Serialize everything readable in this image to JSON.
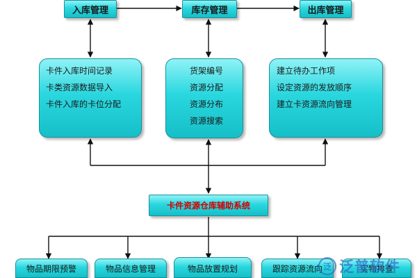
{
  "top_boxes": {
    "inbound": "入库管理",
    "inventory": "库存管理",
    "outbound": "出库管理"
  },
  "mid_boxes": {
    "inbound_items": [
      "卡件入库时间记录",
      "卡类资源数据导入",
      "卡件入库的卡位分配"
    ],
    "inventory_items": [
      "货架编号",
      "资源分配",
      "资源分布",
      "资源搜索"
    ],
    "outbound_items": [
      "建立待办工作项",
      "设定资源的发放顺序",
      "建立卡资源流向管理"
    ]
  },
  "center_system": "卡件资源仓库辅助系统",
  "bottom_boxes": [
    "物品期限预警",
    "物品信息管理",
    "物品放置规划",
    "跟踪资源流向",
    "实物排查"
  ],
  "watermark": {
    "logo_glyph": "泛",
    "text": "泛普软件"
  },
  "colors": {
    "box_fill": "#2ad7df",
    "box_border": "#1b8f99",
    "center_text": "#d40000",
    "connector": "#111111",
    "watermark": "#2e6ec3"
  }
}
